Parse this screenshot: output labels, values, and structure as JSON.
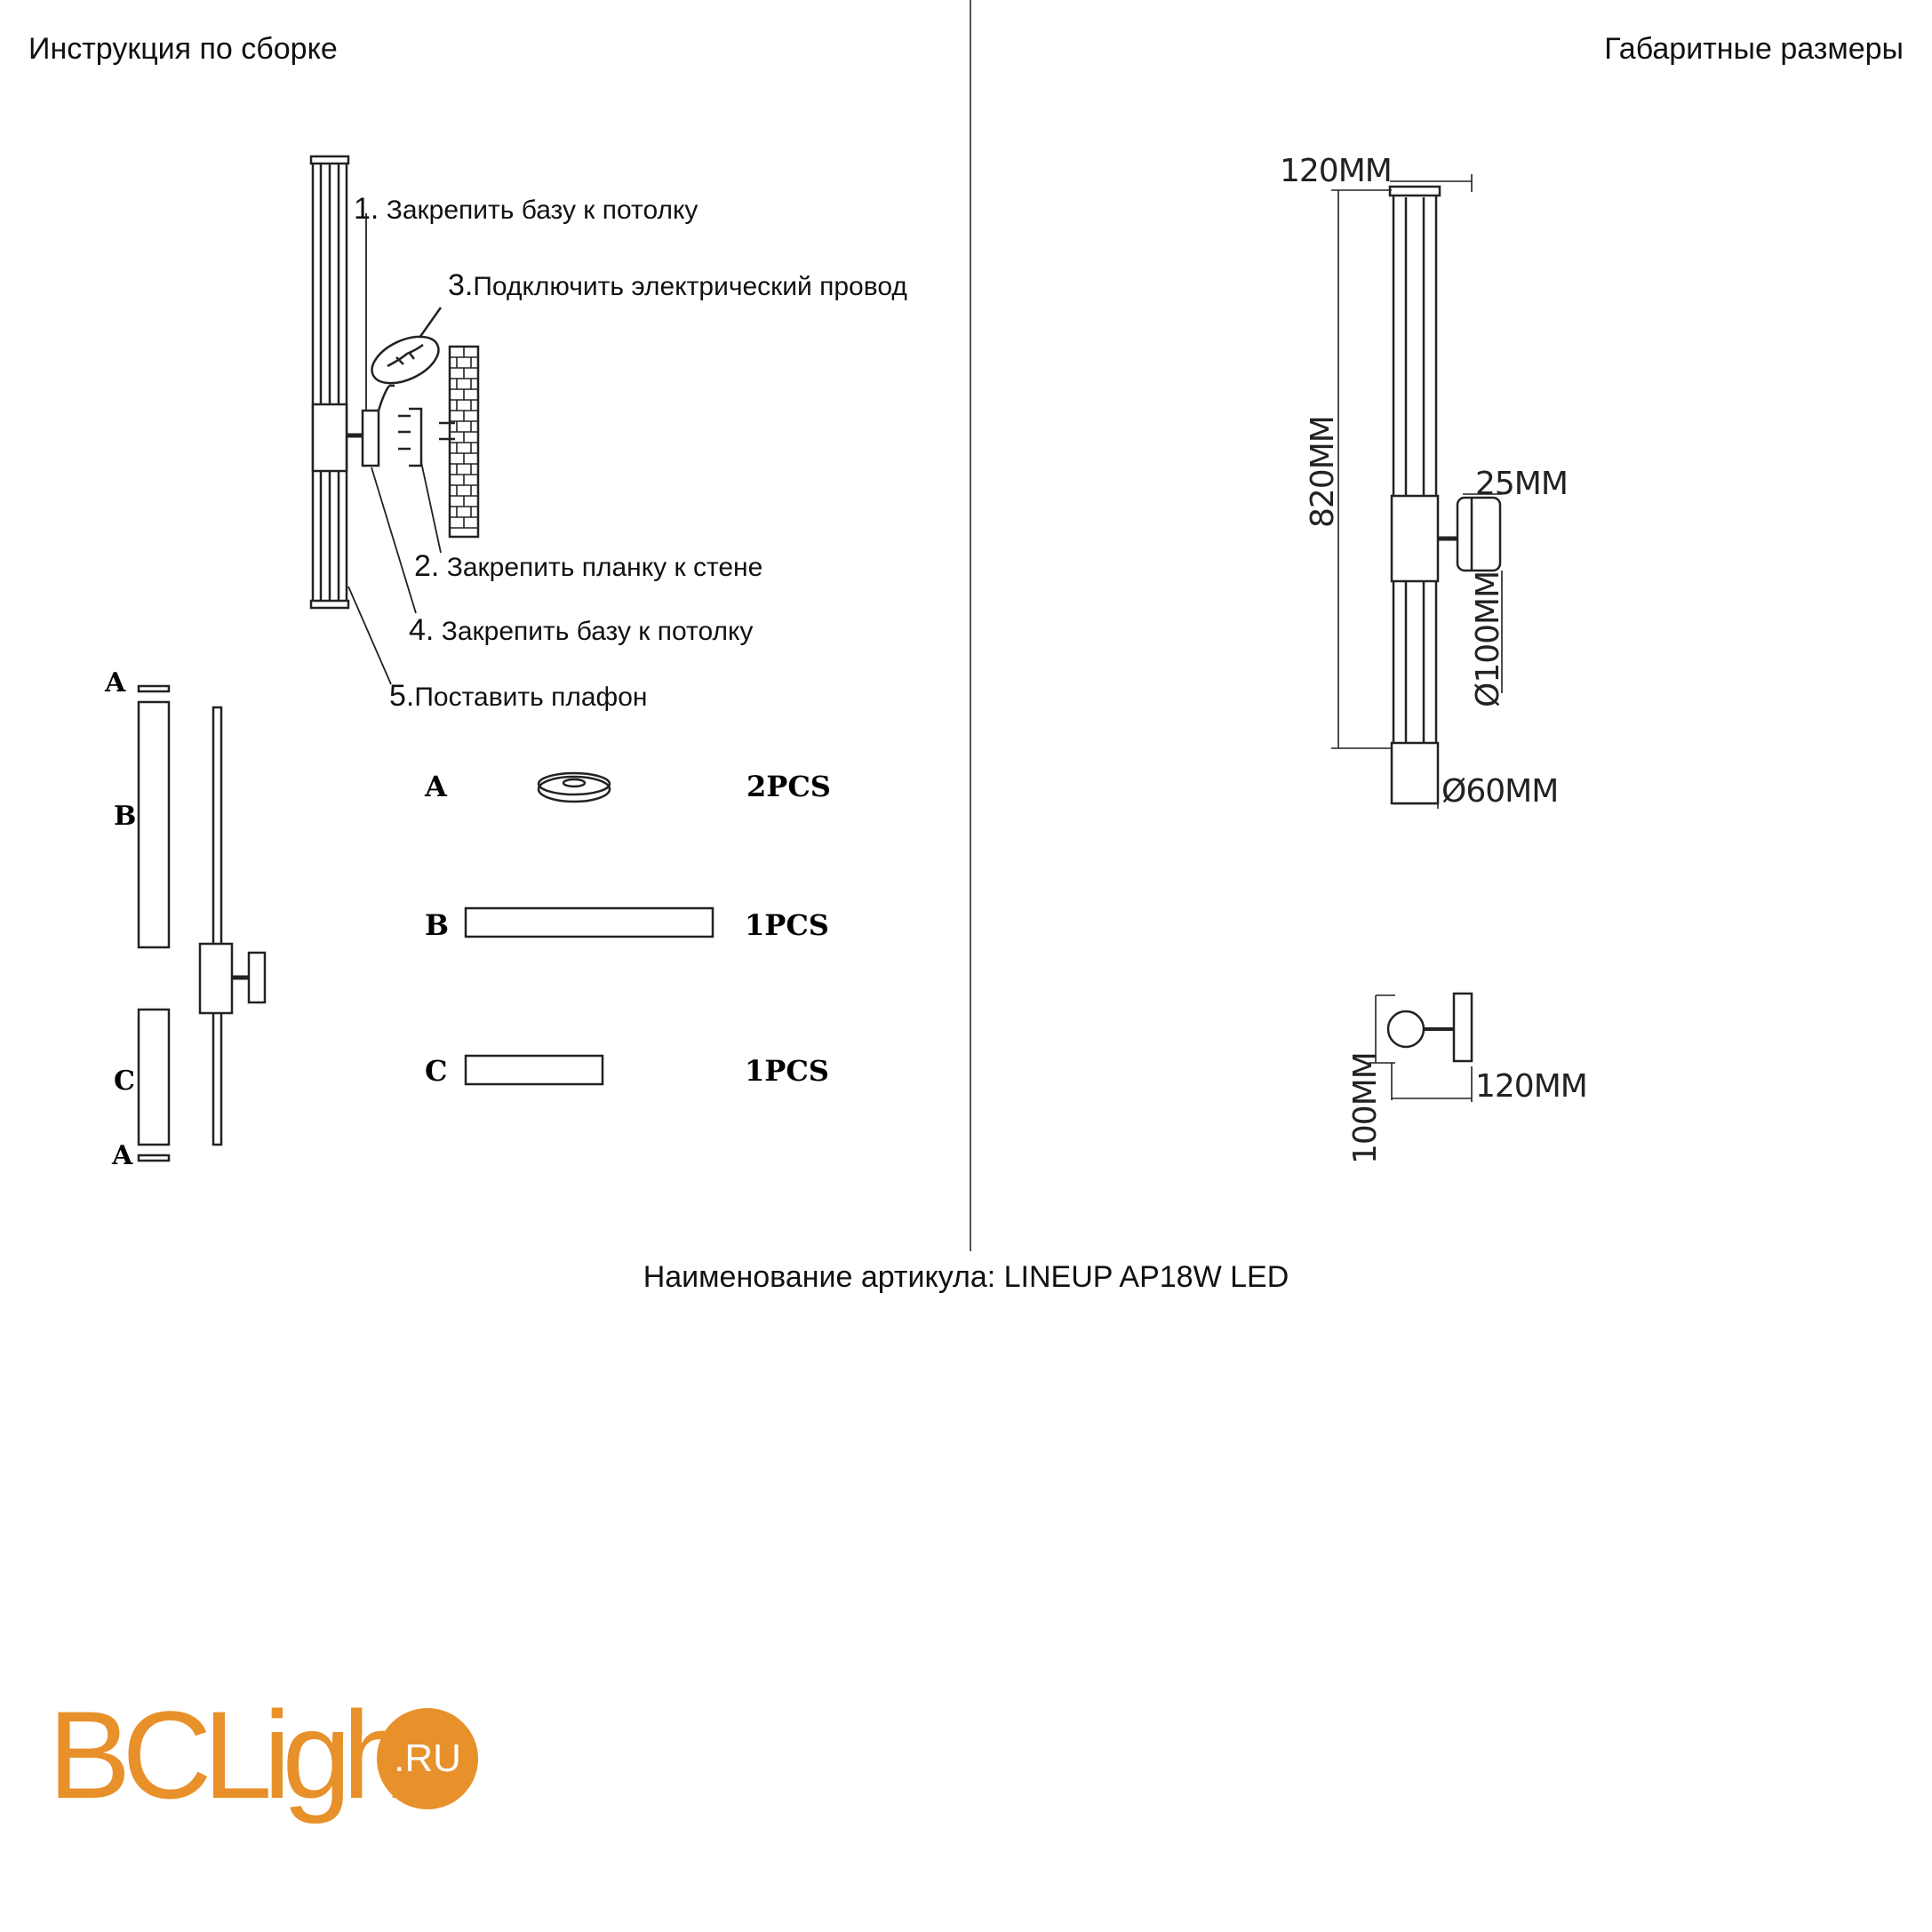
{
  "headers": {
    "left": "Инструкция по сборке",
    "right": "Габаритные размеры"
  },
  "steps": [
    {
      "num": "1.",
      "text": "Закрепить базу к потолку"
    },
    {
      "num": "3.",
      "text": "Подключить электрический провод"
    },
    {
      "num": "2.",
      "text": "Закрепить планку к стене"
    },
    {
      "num": "4.",
      "text": "Закрепить базу к потолку"
    },
    {
      "num": "5.",
      "text": "Поставить плафон"
    }
  ],
  "exploded_labels": [
    "A",
    "B",
    "C",
    "A"
  ],
  "parts": [
    {
      "letter": "A",
      "qty": "2PCS",
      "icon": "ring-cap-icon"
    },
    {
      "letter": "B",
      "qty": "1PCS",
      "icon": "long-tube-icon"
    },
    {
      "letter": "C",
      "qty": "1PCS",
      "icon": "short-tube-icon"
    }
  ],
  "dimensions": {
    "top_width": "120MM",
    "height": "820MM",
    "base_depth": "25MM",
    "base_diameter": "Ø100MM",
    "tube_diameter": "Ø60MM",
    "side_height": "100MM",
    "side_depth": "120MM"
  },
  "article": "Наименование артикула: LINEUP AP18W LED",
  "logo": {
    "text_main": "BCLight",
    "text_badge": ".RU",
    "color_main": "#e8902a",
    "color_badge": "#e8902a"
  }
}
